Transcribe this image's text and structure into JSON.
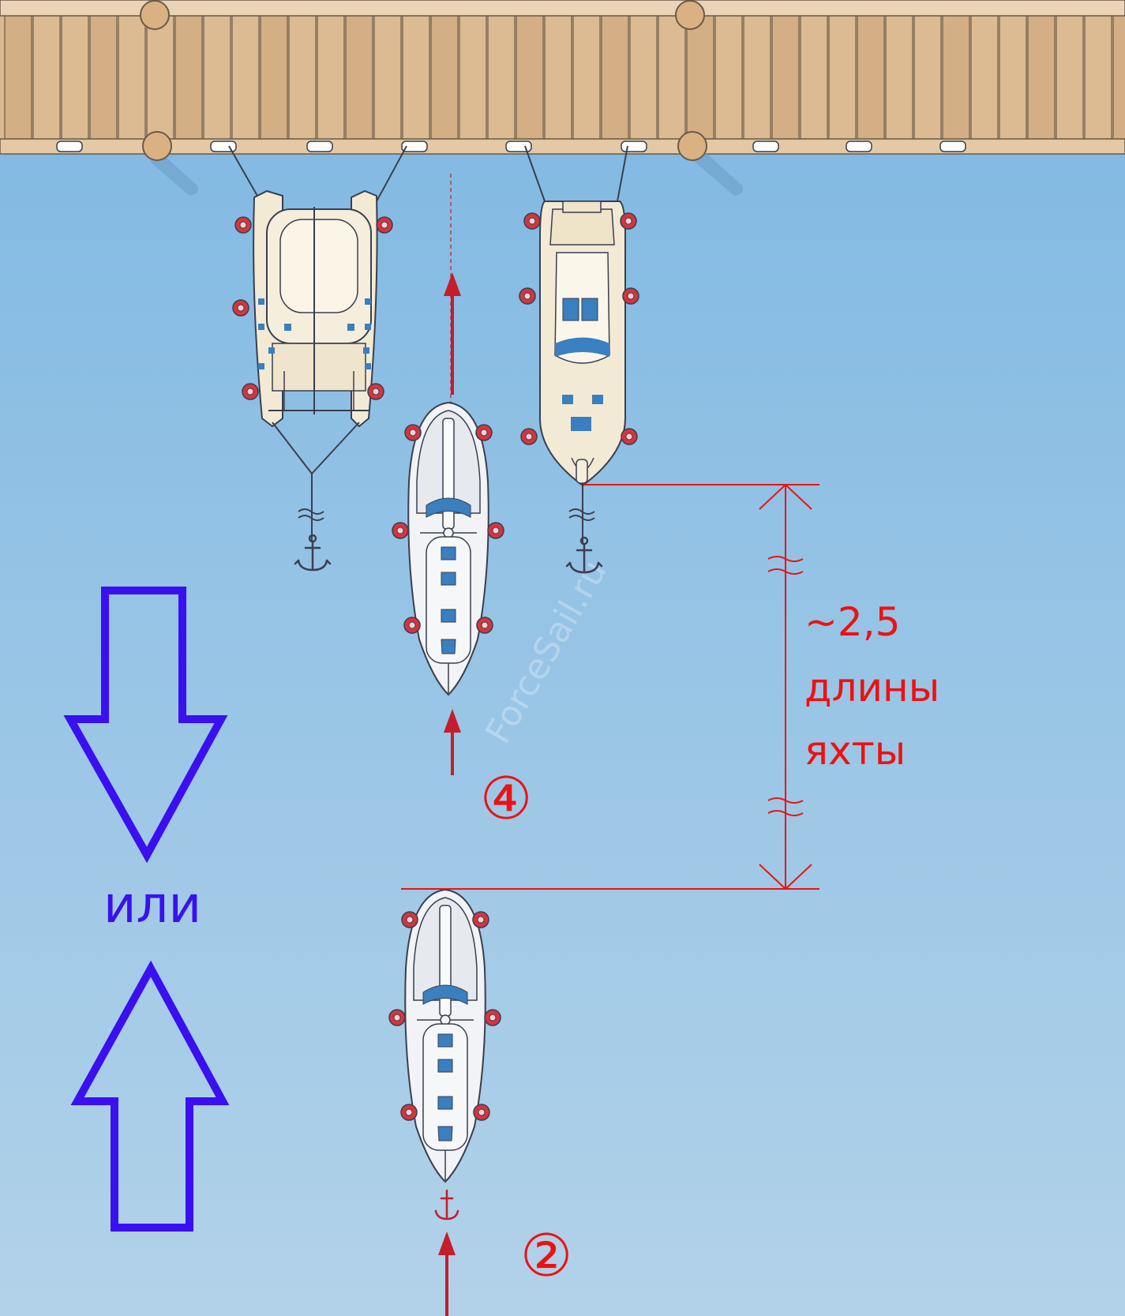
{
  "labels": {
    "distance_line1": "~2,5",
    "distance_line2": "длины",
    "distance_line3": "яхты",
    "or_word": "или",
    "step_a": "④",
    "step_b": "②",
    "watermark": "ForceSail.ru"
  },
  "colors": {
    "water_top": "#7db7e2",
    "water_bottom": "#b2d2e9",
    "deck_light": "#e2c7a6",
    "deck_dark": "#d2ad83",
    "outline": "#3a3f4e",
    "fender_red": "#d5343f",
    "annotation_red": "#ee1111",
    "direction_blue": "#3a10f0",
    "hull_cream": "#f3ead6",
    "hull_white": "#f1f3f6",
    "window_blue": "#3a7fc0"
  },
  "icons": [
    "pier-deck",
    "mooring-post",
    "cleat-icon",
    "catamaran",
    "motor-yacht",
    "sailing-yacht",
    "anchor-icon",
    "fender-icon",
    "arrow-down-outline-icon",
    "arrow-up-outline-icon",
    "red-arrow-icon"
  ]
}
